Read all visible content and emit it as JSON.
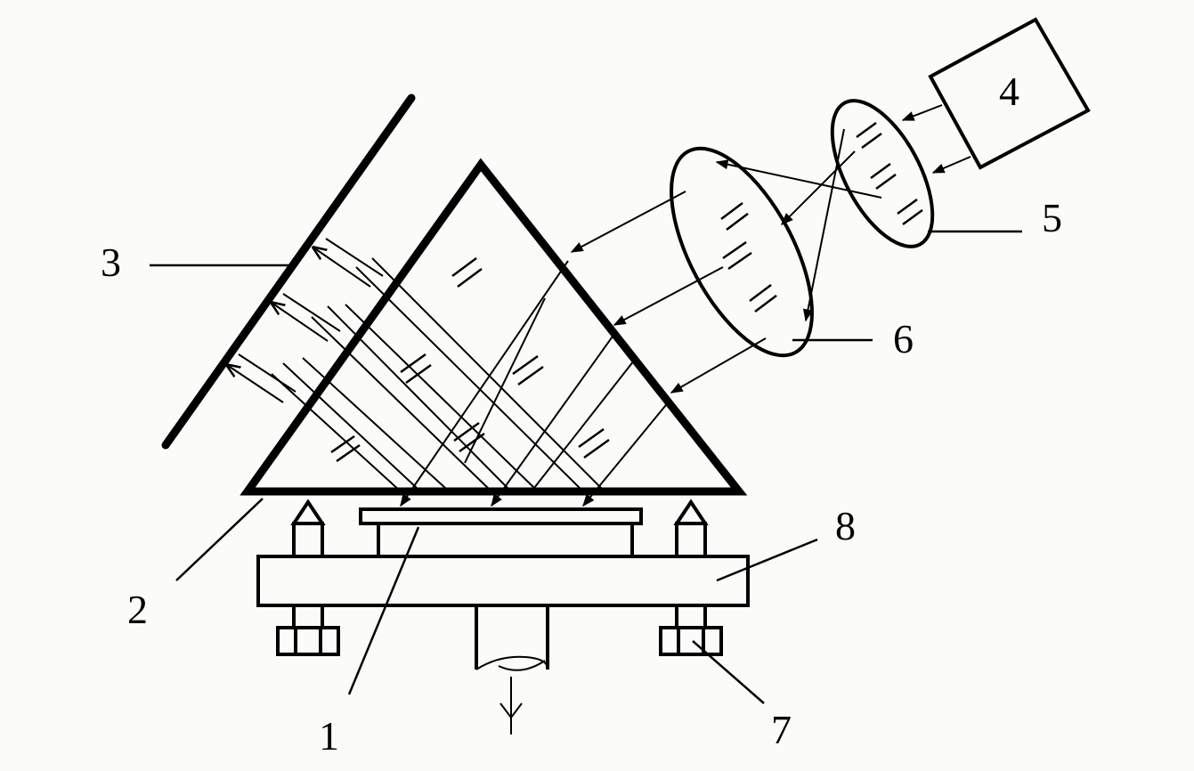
{
  "labels": {
    "l1": "1",
    "l2": "2",
    "l3": "3",
    "l4": "4",
    "l5": "5",
    "l6": "6",
    "l7": "7",
    "l8": "8"
  },
  "colors": {
    "ink": "#000000",
    "paper": "#fbfbf9"
  }
}
